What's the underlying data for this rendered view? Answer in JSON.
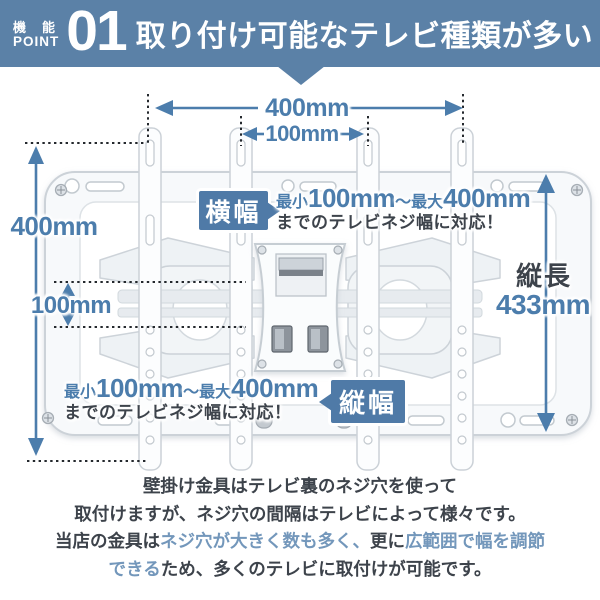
{
  "header": {
    "kicker_top": "機能",
    "kicker_bottom": "POINT",
    "number": "01",
    "title": "取り付け可能なテレビ種類が多い"
  },
  "dims": {
    "top_outer": "400mm",
    "top_inner": "100mm",
    "left_outer": "400mm",
    "left_inner": "100mm",
    "right_label": "縦長",
    "right_value": "433mm"
  },
  "callout_width": {
    "badge": "横幅",
    "seg_min": "最小",
    "seg_min_val": "100mm",
    "seg_range": "〜最大",
    "seg_max_val": "400mm",
    "line2": "までのテレビネジ幅に対応！"
  },
  "callout_height": {
    "badge": "縦幅",
    "seg_min": "最小",
    "seg_min_val": "100mm",
    "seg_range": "〜最大",
    "seg_max_val": "400mm",
    "line2": "までのテレビネジ幅に対応！"
  },
  "paragraph": {
    "line1": "壁掛け金具はテレビ裏のネジ穴を使って",
    "line2": "取付けますが、ネジ穴の間隔はテレビによって様々です。",
    "line3_s1": "当店の金具は",
    "line3_s2": "ネジ穴が大きく数も多く、",
    "line3_s3": "更に",
    "line3_s4": "広範囲で幅を調節",
    "line4_s1": "できる",
    "line4_s2": "ため、多くのテレビに取付けが可能です。"
  },
  "colors": {
    "header_bg": "#5b81a7",
    "badge_bg": "#4f7aa7",
    "dim_blue": "#4c7dac",
    "text_dark": "#3d434b",
    "text_blue": "#7397bb"
  }
}
